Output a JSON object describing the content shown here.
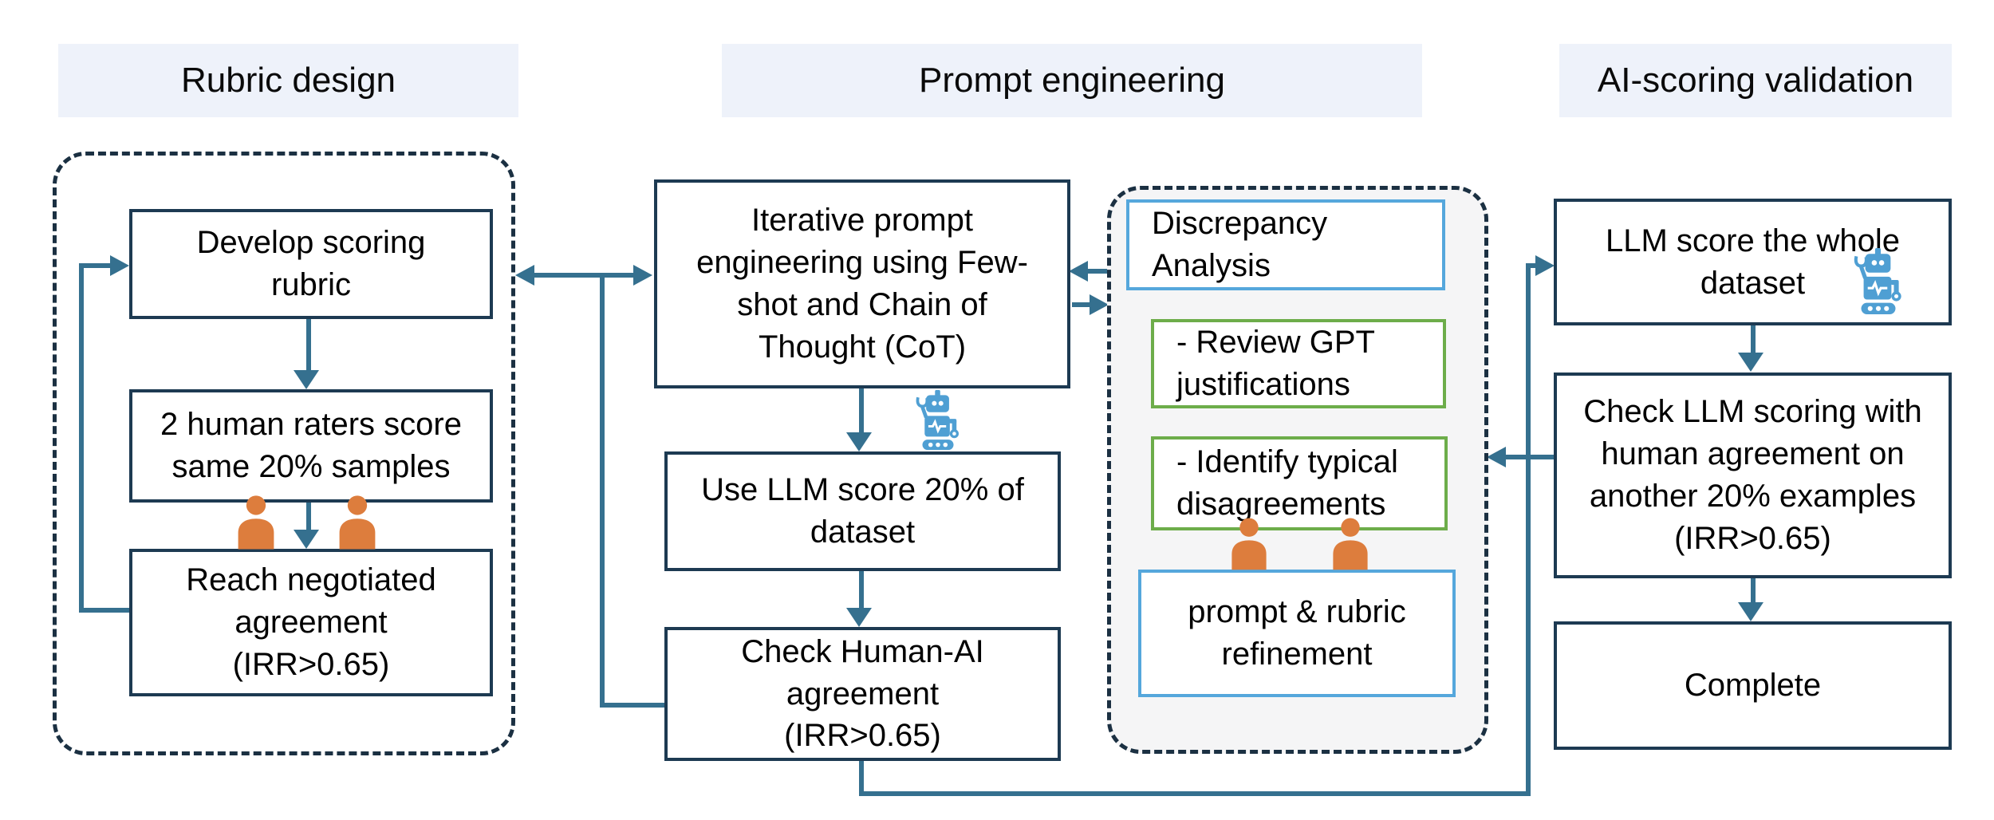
{
  "headers": {
    "rubric": "Rubric design",
    "prompt": "Prompt engineering",
    "validation": "AI-scoring validation"
  },
  "rubric_design": {
    "develop": "Develop scoring\nrubric",
    "raters": "2 human raters score\nsame 20% samples",
    "agreement": "Reach negotiated\nagreement\n(IRR>0.65)"
  },
  "prompt_engineering": {
    "iterative": "Iterative prompt\nengineering using Few-\nshot and Chain of\nThought (CoT)",
    "use_llm": "Use LLM score 20% of\ndataset",
    "check_agreement": "Check Human-AI\nagreement\n(IRR>0.65)"
  },
  "discrepancy": {
    "analysis": "Discrepancy\nAnalysis",
    "review": "- Review GPT\njustifications",
    "identify": "- Identify typical\ndisagreements",
    "refinement": "prompt  & rubric\nrefinement"
  },
  "validation": {
    "llm_score": "LLM score the whole\ndataset",
    "check_llm": "Check LLM scoring with\nhuman agreement on\nanother 20% examples\n(IRR>0.65)",
    "complete": "Complete"
  },
  "icons": {
    "person": "person-icon",
    "robot": "robot-icon"
  },
  "colors": {
    "box_border_navy": "#1d3a52",
    "connector_blue": "#35708f",
    "blue_box_border": "#55a7dc",
    "green_box_border": "#6dad4a",
    "person_orange": "#dd7d3d",
    "robot_blue": "#4f9fd3",
    "header_background": "#eef2fa",
    "discrepancy_panel_background": "#f5f5f6"
  }
}
